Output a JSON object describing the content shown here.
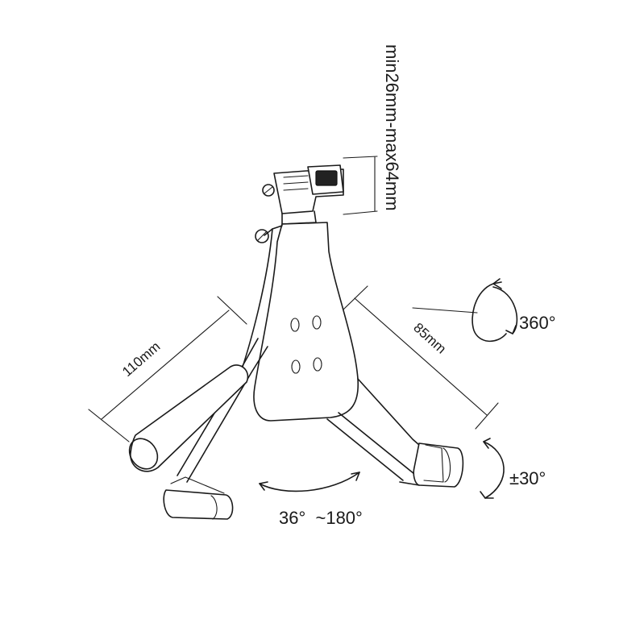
{
  "labels": {
    "clamp_range": "min26mm-max64mm",
    "arm_length_left": "110mm",
    "arm_length_right": "85mm",
    "rotation": "360°",
    "tilt": "±30°",
    "leg_angle": "36°  ~180°"
  },
  "colors": {
    "line": "#1a1a1a",
    "background": "#ffffff"
  }
}
